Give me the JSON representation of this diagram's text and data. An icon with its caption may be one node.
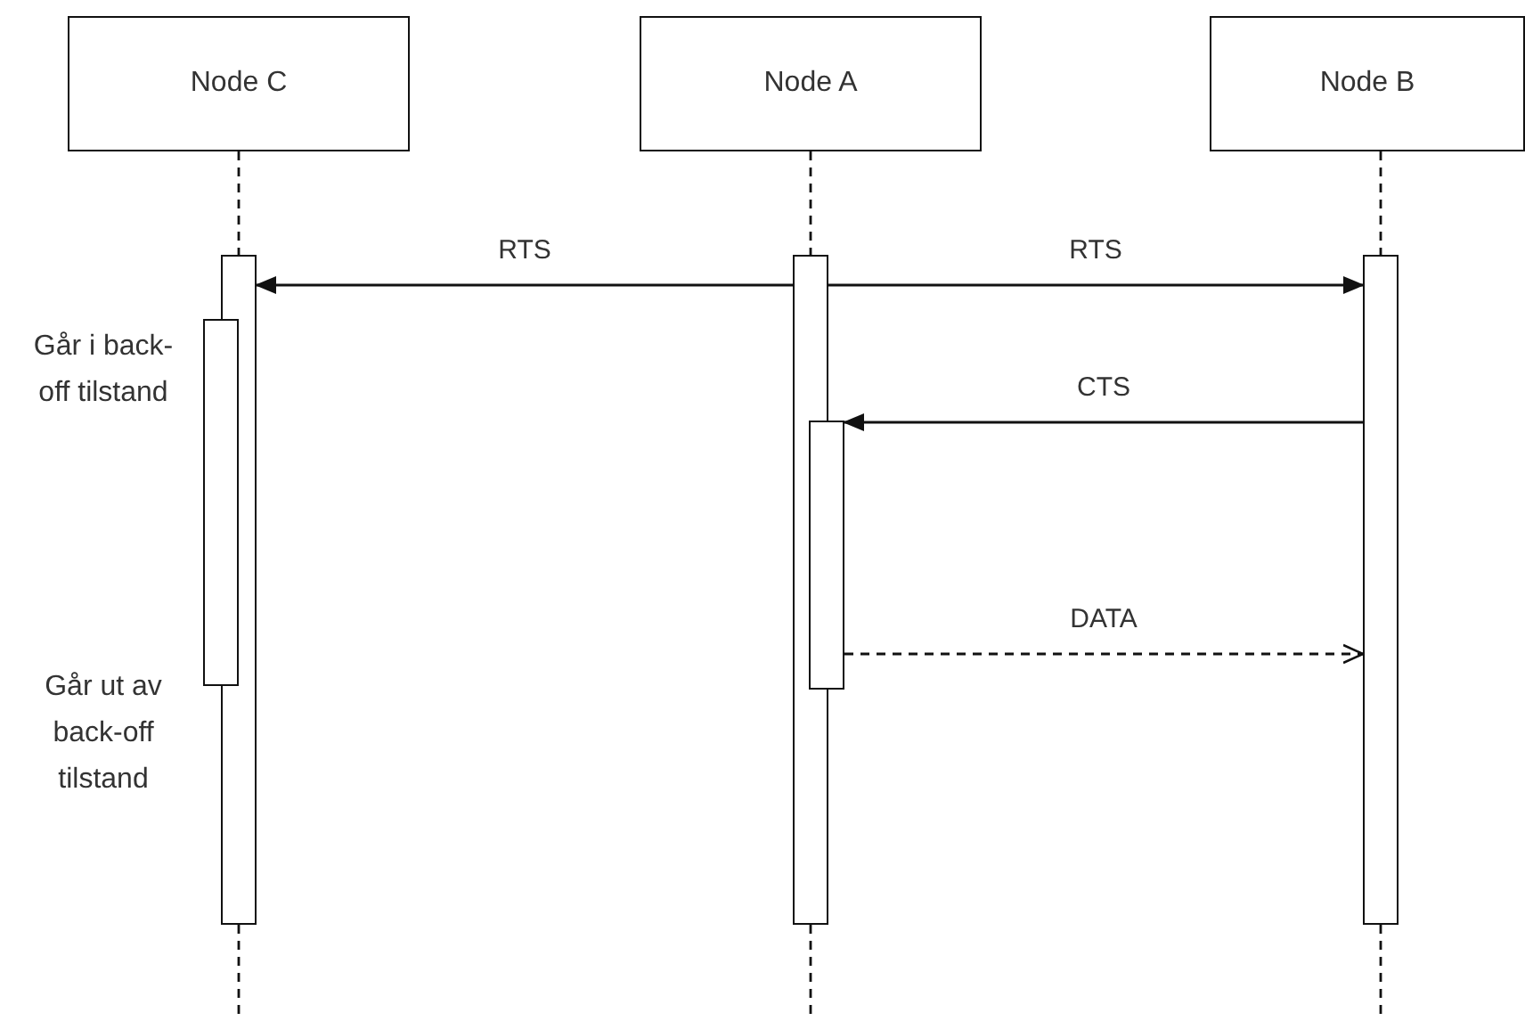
{
  "diagram": {
    "nodes": [
      {
        "text": [
          "Node C"
        ]
      },
      {
        "text": [
          "Node A"
        ]
      },
      {
        "text": [
          "Node B"
        ]
      },
      {
        "text": [],
        "shape": "bar"
      },
      {
        "text": [],
        "shape": "bar"
      },
      {
        "text": [],
        "shape": "bar"
      },
      {
        "text": [],
        "shape": "bar"
      },
      {
        "text": [],
        "shape": "bar"
      }
    ],
    "edges": [
      {
        "from": 5,
        "to": 3,
        "arrow": "to",
        "label": "RTS"
      },
      {
        "from": 5,
        "to": 7,
        "arrow": "to",
        "label": "RTS"
      },
      {
        "from": 7,
        "to": 6,
        "arrow": "to",
        "label": "CTS"
      },
      {
        "from": 6,
        "to": 7,
        "arrow": "to",
        "label": "DATA",
        "style": "dashed"
      },
      {
        "from": 0,
        "to": 3,
        "arrow": "none",
        "style": "dashed"
      },
      {
        "from": 1,
        "to": 5,
        "arrow": "none",
        "style": "dashed"
      },
      {
        "from": 2,
        "to": 7,
        "arrow": "none",
        "style": "dashed"
      },
      {
        "from": 3,
        "to": null,
        "arrow": "none",
        "style": "dashed"
      },
      {
        "from": 5,
        "to": null,
        "arrow": "none",
        "style": "dashed"
      },
      {
        "from": 7,
        "to": null,
        "arrow": "none",
        "style": "dashed"
      }
    ],
    "labels": [
      "Går i back-off tilstand",
      "Går ut av back-off tilstand"
    ]
  }
}
